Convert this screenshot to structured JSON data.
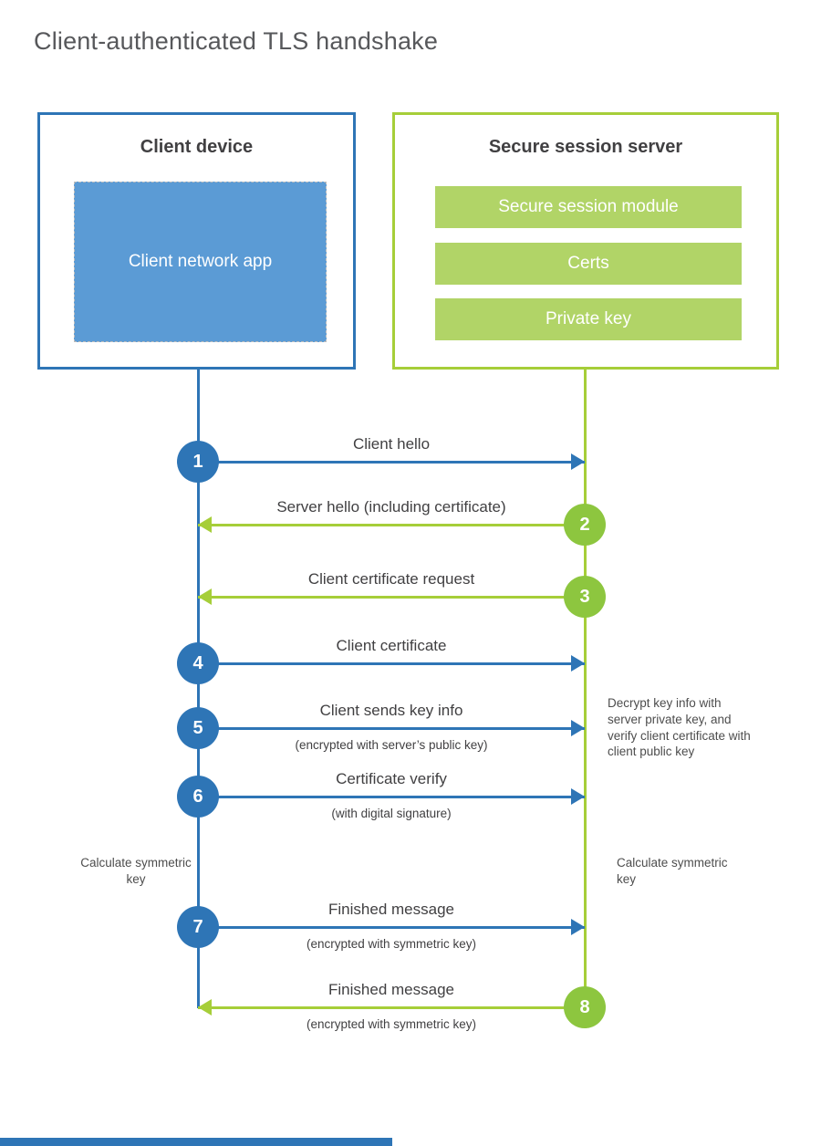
{
  "title": "Client-authenticated TLS handshake",
  "client": {
    "title": "Client device",
    "app_label": "Client network app"
  },
  "server": {
    "title": "Secure session server",
    "modules": [
      "Secure session module",
      "Certs",
      "Private key"
    ]
  },
  "steps": [
    {
      "num": "1",
      "label": "Client hello",
      "direction": "right",
      "color": "blue"
    },
    {
      "num": "2",
      "label": "Server hello (including certificate)",
      "direction": "left",
      "color": "green"
    },
    {
      "num": "3",
      "label": "Client certificate request",
      "direction": "left",
      "color": "green"
    },
    {
      "num": "4",
      "label": "Client certificate",
      "direction": "right",
      "color": "blue"
    },
    {
      "num": "5",
      "label": "Client sends key info",
      "sublabel": "(encrypted with server’s public key)",
      "direction": "right",
      "color": "blue"
    },
    {
      "num": "6",
      "label": "Certificate verify",
      "sublabel": "(with digital signature)",
      "direction": "right",
      "color": "blue"
    },
    {
      "num": "7",
      "label": "Finished message",
      "sublabel": "(encrypted with symmetric key)",
      "direction": "right",
      "color": "blue"
    },
    {
      "num": "8",
      "label": "Finished message",
      "sublabel": "(encrypted with symmetric key)",
      "direction": "left",
      "color": "green"
    }
  ],
  "annotations": {
    "decrypt_note": "Decrypt key info with server private key, and verify client certificate with client public key",
    "calc_left": "Calculate symmetric key",
    "calc_right": "Calculate symmetric key"
  },
  "colors": {
    "blue": "#2e75b6",
    "blue_fill": "#5b9bd5",
    "green": "#a6ce39",
    "green_circle": "#8dc63f",
    "green_fill": "#b1d467"
  }
}
